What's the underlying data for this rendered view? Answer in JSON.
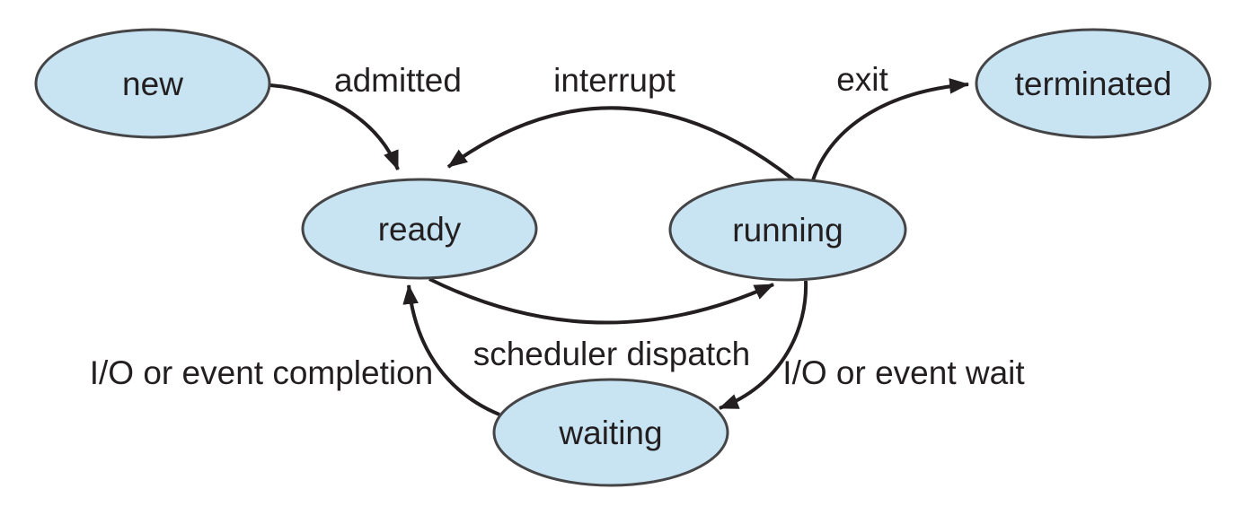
{
  "colors": {
    "node_fill": "#c8e4f3",
    "node_stroke": "#454547",
    "edge": "#231f20",
    "text": "#231f20",
    "background": "#ffffff"
  },
  "nodes": {
    "new": {
      "label": "new"
    },
    "ready": {
      "label": "ready"
    },
    "running": {
      "label": "running"
    },
    "waiting": {
      "label": "waiting"
    },
    "terminated": {
      "label": "terminated"
    }
  },
  "transitions": {
    "admitted": {
      "label": "admitted",
      "from": "new",
      "to": "ready"
    },
    "interrupt": {
      "label": "interrupt",
      "from": "running",
      "to": "ready"
    },
    "exit": {
      "label": "exit",
      "from": "running",
      "to": "terminated"
    },
    "scheduler_dispatch": {
      "label": "scheduler dispatch",
      "from": "ready",
      "to": "running"
    },
    "io_wait": {
      "label": "I/O or event wait",
      "from": "running",
      "to": "waiting"
    },
    "io_completion": {
      "label": "I/O or event completion",
      "from": "waiting",
      "to": "ready"
    }
  }
}
